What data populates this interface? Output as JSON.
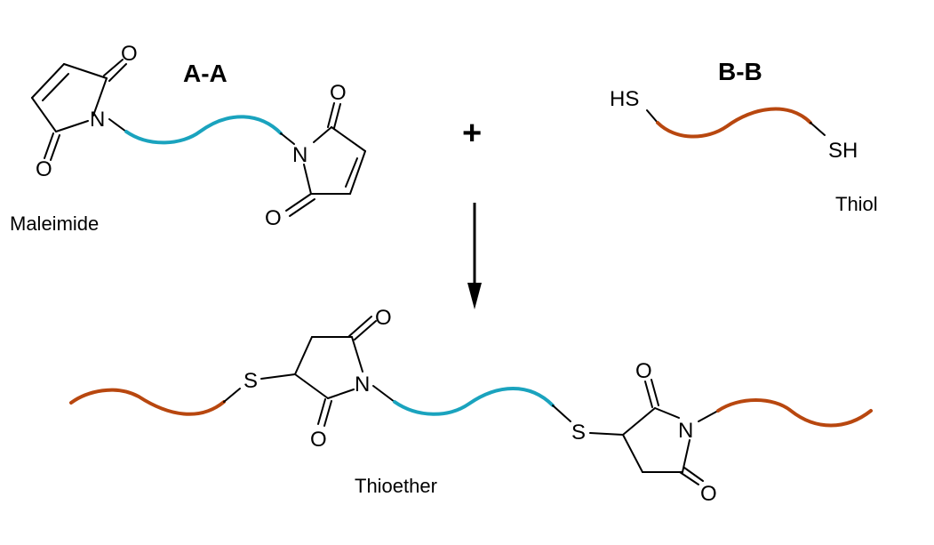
{
  "labels": {
    "reactant_a_title": "A-A",
    "reactant_b_title": "B-B",
    "plus_sign": "+",
    "maleimide_caption": "Maleimide",
    "thiol_caption": "Thiol",
    "thioether_caption": "Thioether"
  },
  "atoms": {
    "oxygen": "O",
    "nitrogen": "N",
    "sulfur": "S",
    "thiol_group_left": "HS",
    "thiol_group_right": "SH"
  },
  "colors": {
    "maleimide_linker": "#1AA3BE",
    "thiol_linker": "#B8470F",
    "bonds": "#000000"
  }
}
